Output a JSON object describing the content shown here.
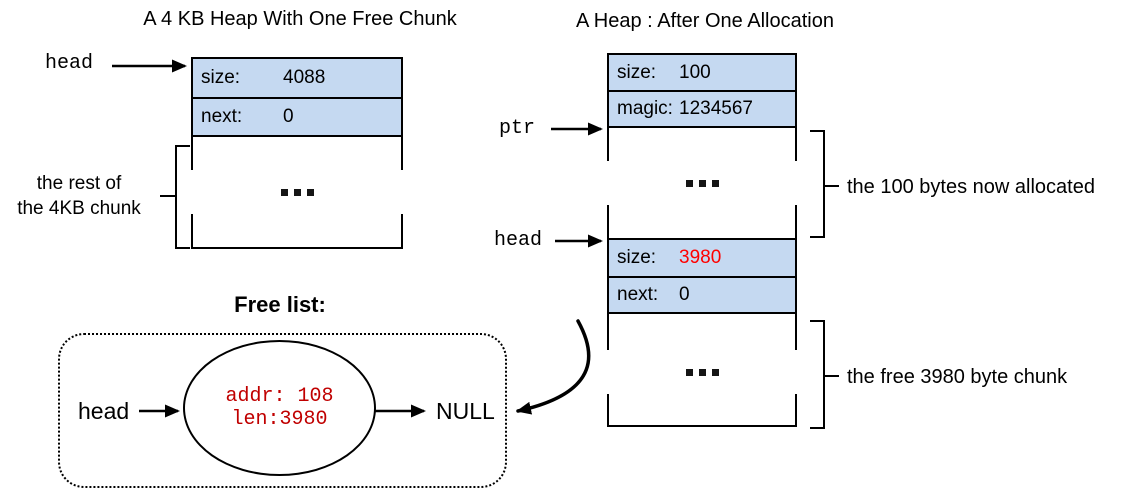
{
  "figure": {
    "left_heap": {
      "title": "A 4 KB Heap With One Free Chunk",
      "head_pointer_label": "head",
      "header_cells": [
        {
          "label": "size:",
          "value": "4088"
        },
        {
          "label": "next:",
          "value": "0"
        }
      ],
      "brace_label_lines": [
        "the rest of",
        "the 4KB chunk"
      ]
    },
    "right_heap": {
      "title": "A Heap : After One Allocation",
      "ptr_pointer_label": "ptr",
      "head_pointer_label": "head",
      "alloc_header_cells": [
        {
          "label": "size:",
          "value": "100"
        },
        {
          "label": "magic:",
          "value": "1234567"
        }
      ],
      "free_header_cells": [
        {
          "label": "size:",
          "value": "3980"
        },
        {
          "label": "next:",
          "value": "0"
        }
      ],
      "alloc_brace_label": "the 100 bytes now allocated",
      "free_brace_label": "the free 3980 byte chunk"
    },
    "free_list": {
      "title": "Free list:",
      "head_pointer_label": "head",
      "node_lines": [
        "addr: 108",
        "len:3980"
      ],
      "terminator_label": "NULL"
    },
    "colors": {
      "cell_fill_blue": "#c5d9f1",
      "outline_black": "#000000",
      "highlight_red": "#ff0000",
      "node_text_red": "#c00000"
    },
    "icons": {
      "ellipsis": "...",
      "arrowhead": "black right-pointing triangle"
    }
  }
}
